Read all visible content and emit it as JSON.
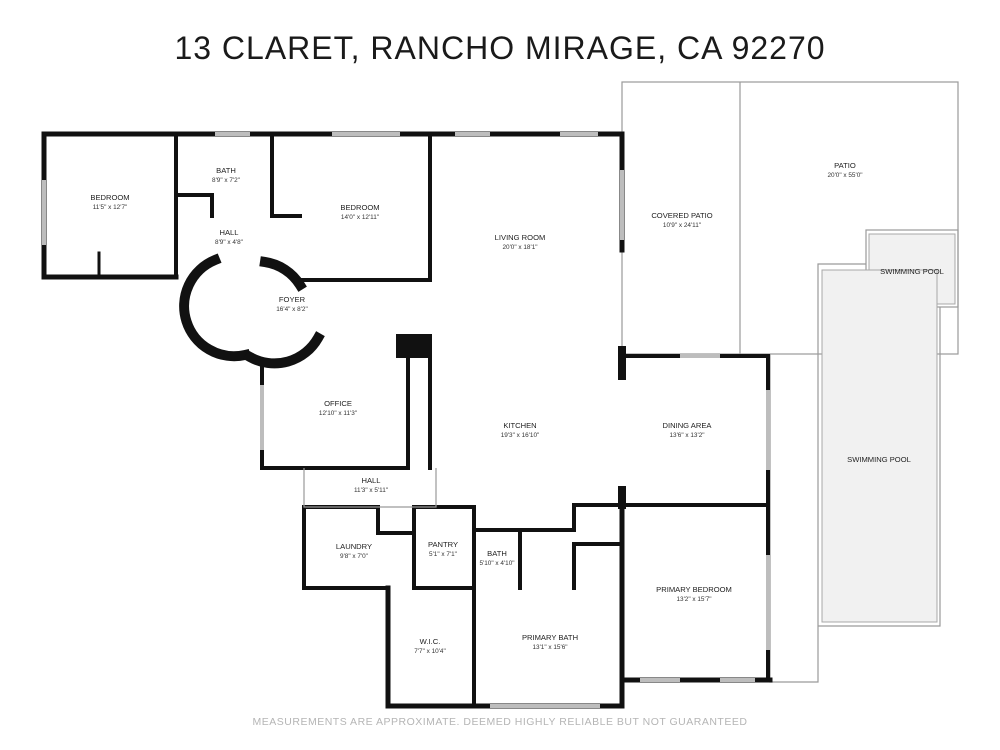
{
  "title": "13 CLARET, RANCHO MIRAGE, CA 92270",
  "footer": "MEASUREMENTS ARE APPROXIMATE. DEEMED HIGHLY RELIABLE BUT NOT GUARANTEED",
  "rooms": {
    "bedroom1": {
      "name": "BEDROOM",
      "dim": "11'5\" x 12'7\""
    },
    "bath1": {
      "name": "BATH",
      "dim": "8'9\" x 7'2\""
    },
    "bedroom2": {
      "name": "BEDROOM",
      "dim": "14'0\" x 12'11\""
    },
    "hall1": {
      "name": "HALL",
      "dim": "8'9\" x 4'8\""
    },
    "living": {
      "name": "LIVING ROOM",
      "dim": "20'0\" x 18'1\""
    },
    "covered_patio": {
      "name": "COVERED PATIO",
      "dim": "10'9\" x 24'11\""
    },
    "patio": {
      "name": "PATIO",
      "dim": "20'0\" x 55'0\""
    },
    "pool_small": {
      "name": "SWIMMING POOL"
    },
    "pool_large": {
      "name": "SWIMMING POOL"
    },
    "foyer": {
      "name": "FOYER",
      "dim": "16'4\" x 8'2\""
    },
    "office": {
      "name": "OFFICE",
      "dim": "12'10\" x 11'3\""
    },
    "kitchen": {
      "name": "KITCHEN",
      "dim": "19'3\" x 16'10\""
    },
    "dining": {
      "name": "DINING AREA",
      "dim": "13'6\" x 13'2\""
    },
    "hall2": {
      "name": "HALL",
      "dim": "11'3\" x 5'11\""
    },
    "laundry": {
      "name": "LAUNDRY",
      "dim": "9'8\" x 7'0\""
    },
    "pantry": {
      "name": "PANTRY",
      "dim": "5'1\" x 7'1\""
    },
    "bath2": {
      "name": "BATH",
      "dim": "5'10\" x 4'10\""
    },
    "primary_bedroom": {
      "name": "PRIMARY BEDROOM",
      "dim": "13'2\" x 15'7\""
    },
    "wic": {
      "name": "W.I.C.",
      "dim": "7'7\" x 10'4\""
    },
    "primary_bath": {
      "name": "PRIMARY BATH",
      "dim": "13'1\" x 15'6\""
    }
  }
}
